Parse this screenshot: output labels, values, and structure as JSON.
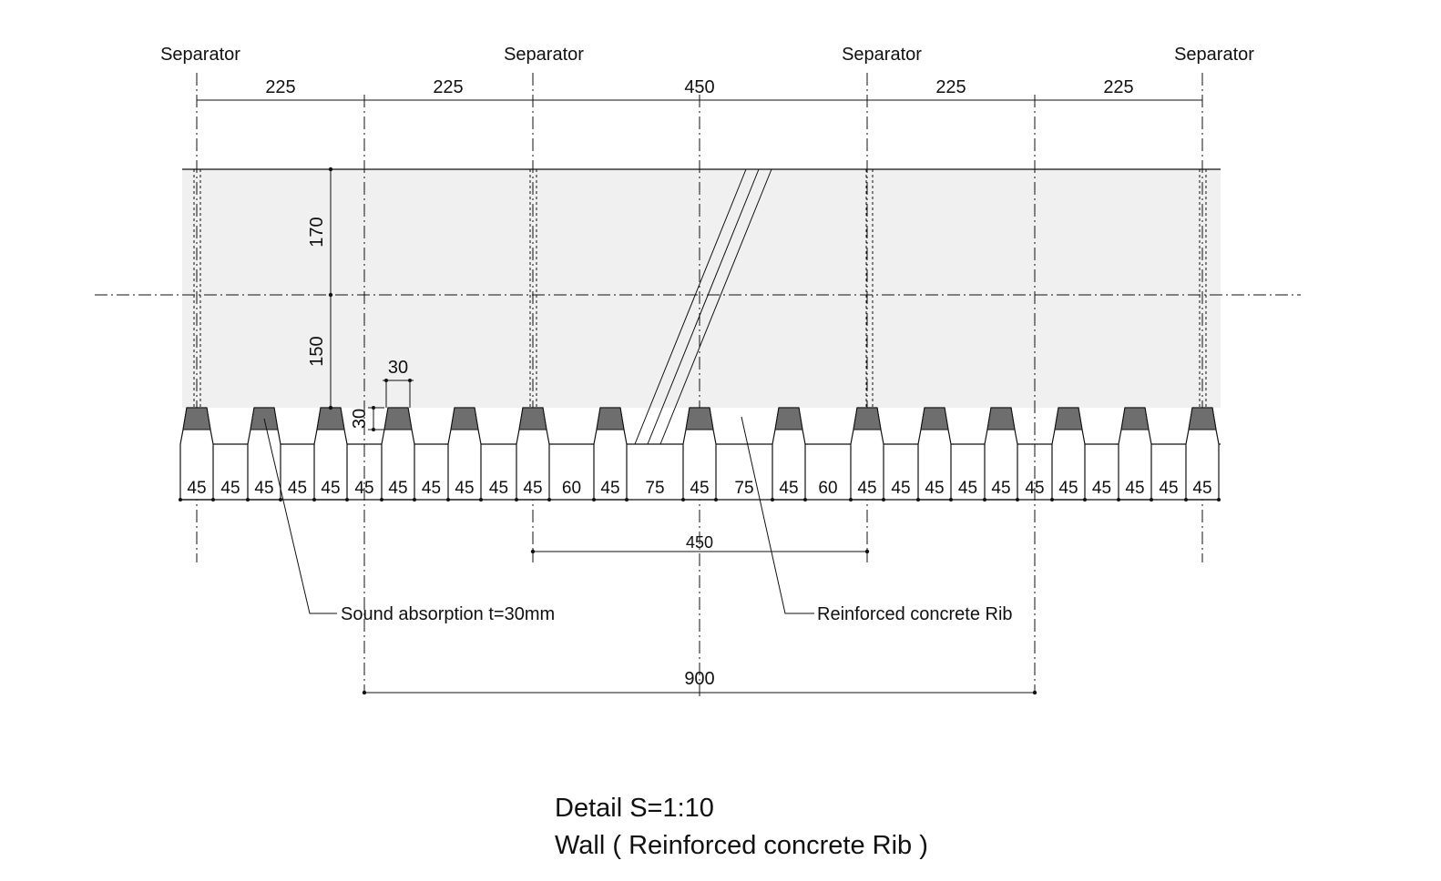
{
  "separators": [
    {
      "label": "Separator"
    },
    {
      "label": "Separator"
    },
    {
      "label": "Separator"
    },
    {
      "label": "Separator"
    }
  ],
  "top_dimensions": [
    "225",
    "225",
    "450",
    "225",
    "225"
  ],
  "vertical_dimensions": {
    "upper": "170",
    "lower": "150"
  },
  "absorption_dimensions": {
    "width": "30",
    "height": "30"
  },
  "rib_segments": [
    "45",
    "45",
    "45",
    "45",
    "45",
    "45",
    "45",
    "45",
    "45",
    "45",
    "45",
    "60",
    "45",
    "75",
    "45",
    "75",
    "45",
    "60",
    "45",
    "45",
    "45",
    "45",
    "45",
    "45",
    "45",
    "45",
    "45",
    "45",
    "45"
  ],
  "middle_dimension": "450",
  "bottom_dimension": "900",
  "annotations": {
    "sound_absorption": "Sound absorption t=30mm",
    "concrete_rib": "Reinforced concrete Rib"
  },
  "title": {
    "line1": "Detail S=1:10",
    "line2": "Wall ( Reinforced concrete Rib )"
  },
  "colors": {
    "wall_fill": "#f0f0f0",
    "absorption_fill": "#6e6e6e",
    "line": "#111111"
  }
}
